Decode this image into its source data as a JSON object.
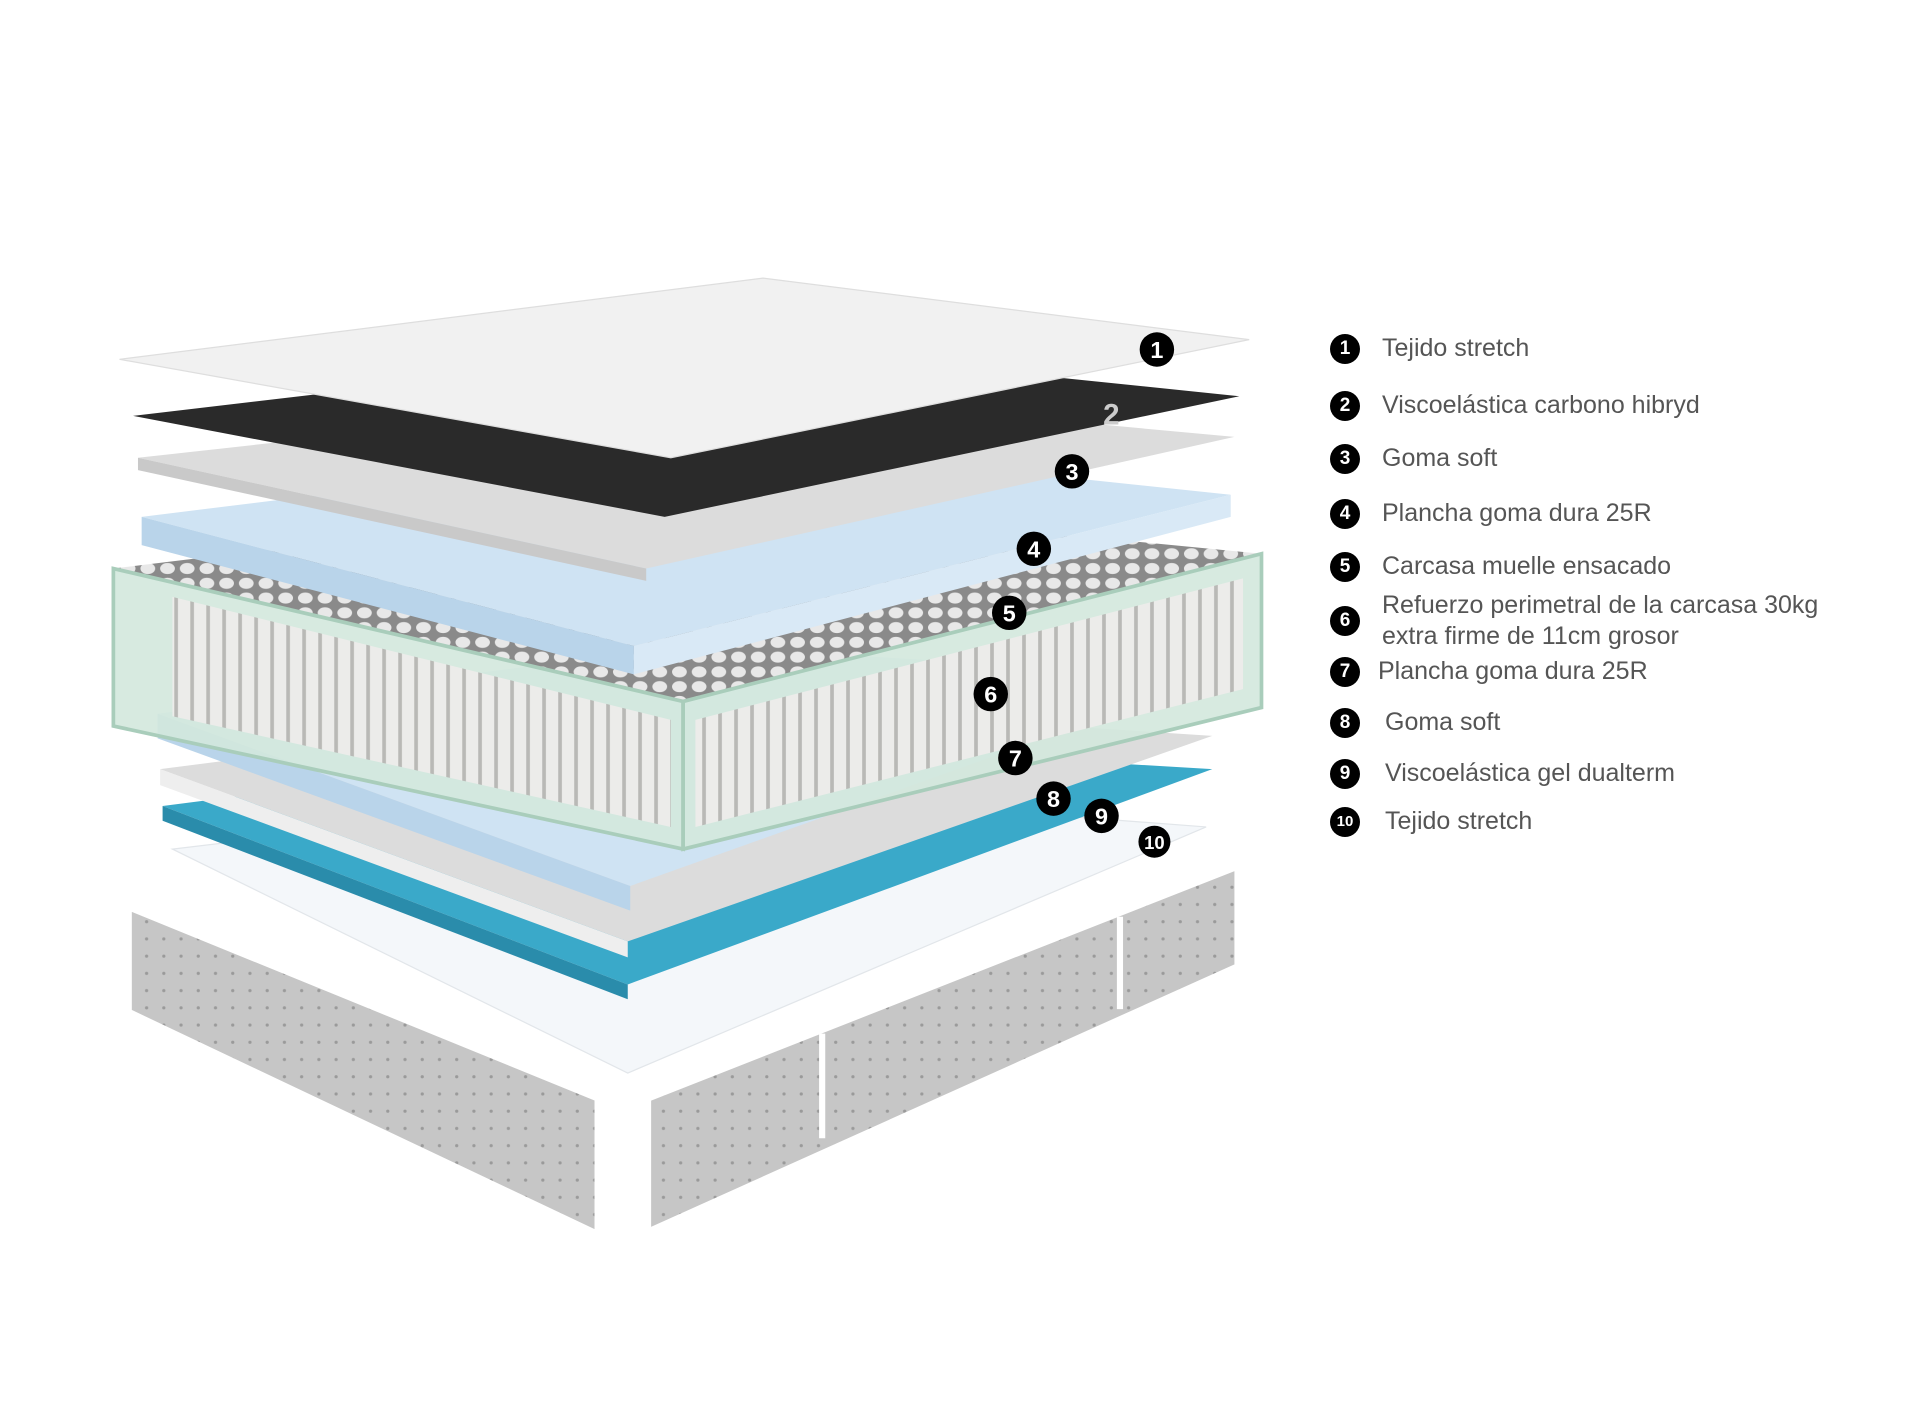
{
  "layers": [
    {
      "number": "1",
      "label": "Tejido stretch"
    },
    {
      "number": "2",
      "label": "Viscoelástica carbono hibryd"
    },
    {
      "number": "3",
      "label": "Goma soft"
    },
    {
      "number": "4",
      "label": "Plancha goma dura 25R"
    },
    {
      "number": "5",
      "label": "Carcasa muelle ensacado"
    },
    {
      "number": "6",
      "label": "Refuerzo perimetral de la carcasa 30kg",
      "label_line2": "extra firme de 11cm grosor"
    },
    {
      "number": "7",
      "label": "Plancha goma dura 25R"
    },
    {
      "number": "8",
      "label": "Goma soft"
    },
    {
      "number": "9",
      "label": "Viscoelástica gel dualterm"
    },
    {
      "number": "10",
      "label": "Tejido stretch"
    }
  ],
  "colors": {
    "white_fabric": "#f2f2f2",
    "carbon": "#262626",
    "soft_gray": "#d8d8d8",
    "light_blue": "#cfe3f3",
    "teal_gel": "#3aa9c9",
    "base_gray": "#c4c4c4",
    "spring": "#e3e3e0",
    "perimeter": "#cfe6da"
  }
}
